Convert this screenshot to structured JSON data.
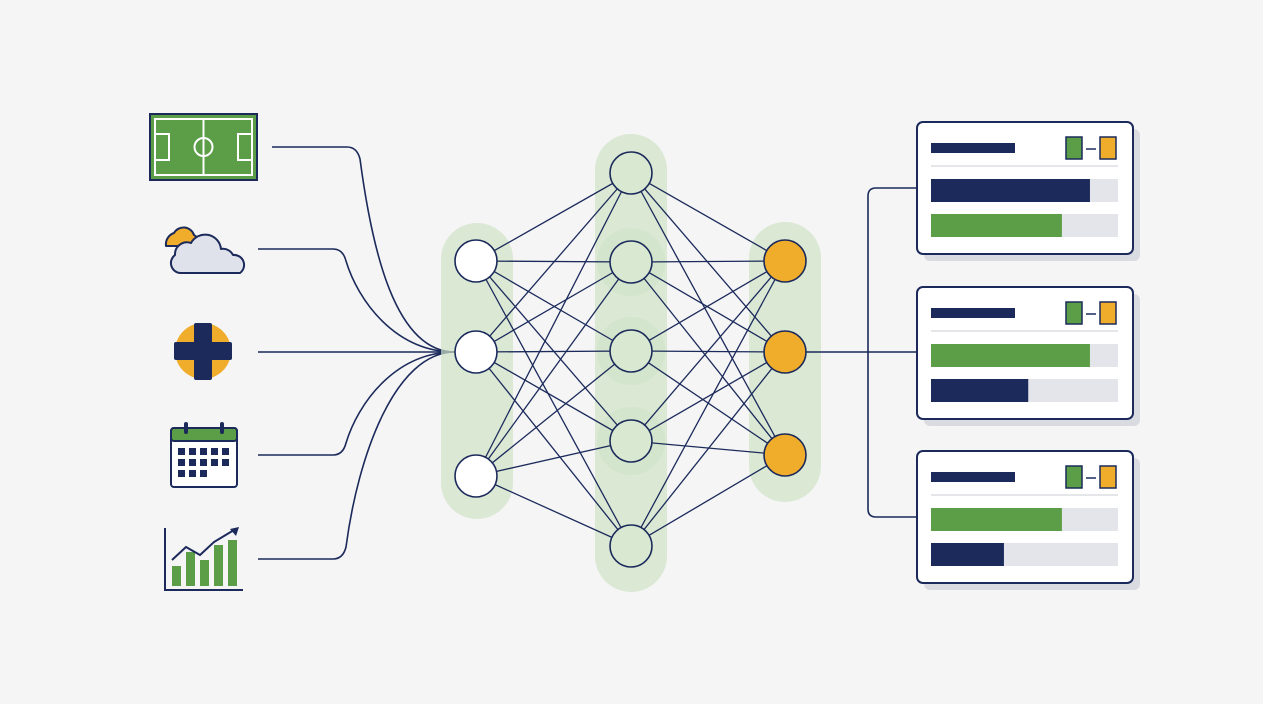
{
  "colors": {
    "background": "#f5f5f5",
    "navy": "#1b2a5b",
    "green": "#5b9e47",
    "orange": "#f0ad2b",
    "layer_fill": "#cfe3c6",
    "track": "#e3e5eb",
    "card_border": "#1b2a5b",
    "card_bg": "#ffffff",
    "cloud_gray": "#dfe2ea"
  },
  "inputs": [
    {
      "icon": "soccer-field-icon"
    },
    {
      "icon": "weather-cloud-sun-icon"
    },
    {
      "icon": "medical-cross-icon"
    },
    {
      "icon": "calendar-icon"
    },
    {
      "icon": "growth-chart-icon"
    }
  ],
  "network": {
    "layers": [
      {
        "nodes": 3,
        "color": "white"
      },
      {
        "nodes": 5,
        "color": "light-green"
      },
      {
        "nodes": 3,
        "color": "orange"
      }
    ]
  },
  "output_cards": [
    {
      "bars": [
        {
          "color": "navy",
          "fill": 0.85
        },
        {
          "color": "green",
          "fill": 0.7
        }
      ]
    },
    {
      "bars": [
        {
          "color": "green",
          "fill": 0.85
        },
        {
          "color": "navy",
          "fill": 0.52
        }
      ]
    },
    {
      "bars": [
        {
          "color": "green",
          "fill": 0.7
        },
        {
          "color": "navy",
          "fill": 0.39
        }
      ]
    }
  ]
}
